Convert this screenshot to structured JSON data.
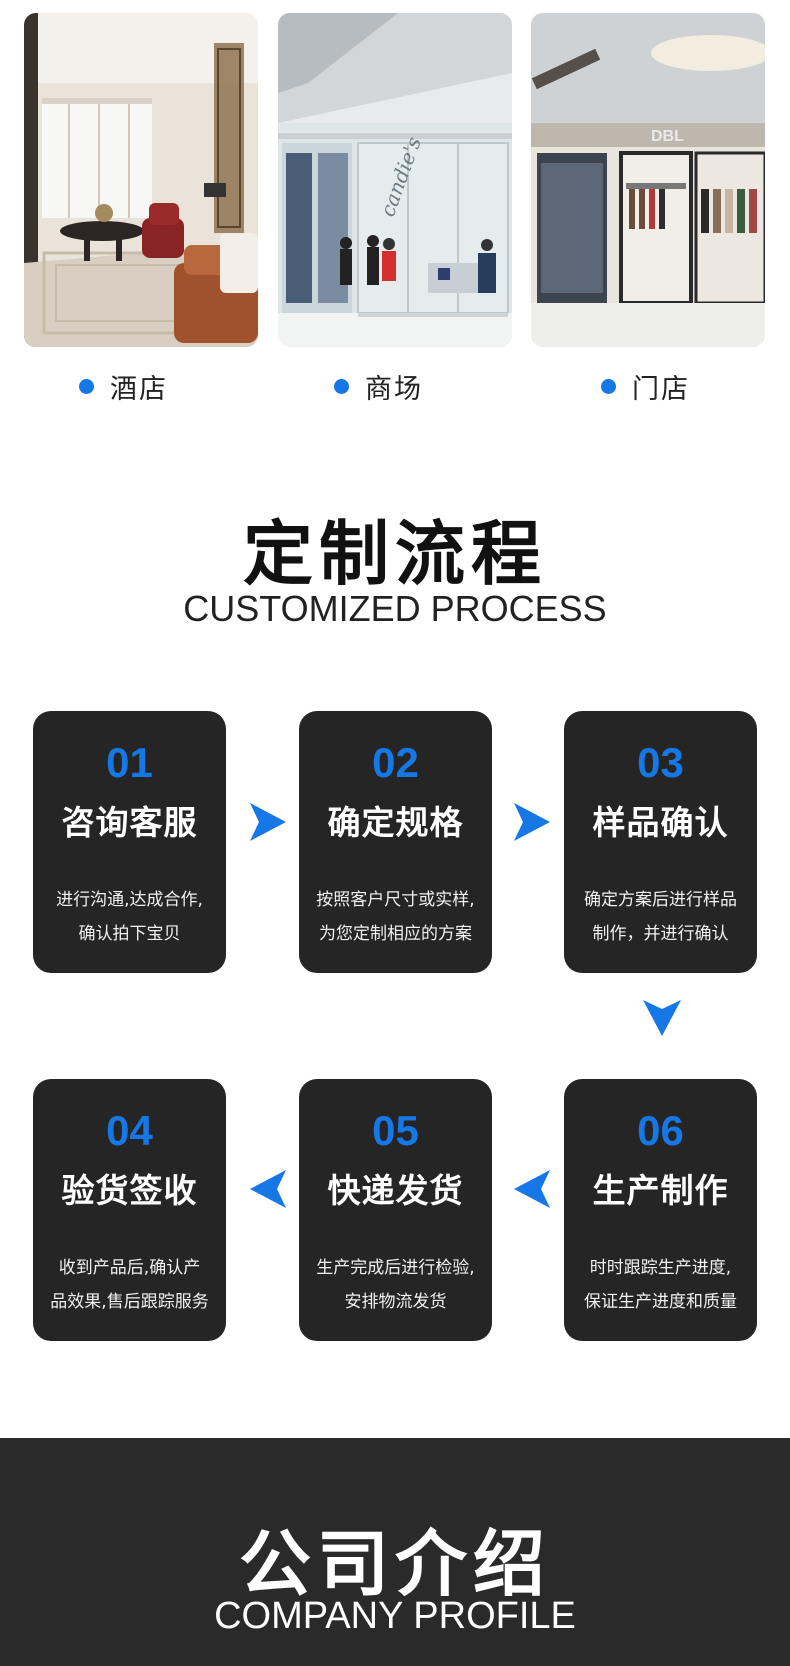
{
  "scenes": [
    {
      "label": "酒店",
      "photo": "hotel-interior"
    },
    {
      "label": "商场",
      "photo": "shopping-mall-storefront"
    },
    {
      "label": "门店",
      "photo": "retail-store-entrance"
    }
  ],
  "store_sign": "DBL",
  "mall_sign": "candie's",
  "process": {
    "title": "定制流程",
    "subtitle": "CUSTOMIZED PROCESS",
    "steps": [
      {
        "num": "01",
        "name": "咨询客服",
        "desc": [
          "进行沟通,达成合作,",
          "确认拍下宝贝"
        ]
      },
      {
        "num": "02",
        "name": "确定规格",
        "desc": [
          "按照客户尺寸或实样,",
          "为您定制相应的方案"
        ]
      },
      {
        "num": "03",
        "name": "样品确认",
        "desc": [
          "确定方案后进行样品",
          "制作，并进行确认"
        ]
      },
      {
        "num": "04",
        "name": "验货签收",
        "desc": [
          "收到产品后,确认产",
          "品效果,售后跟踪服务"
        ]
      },
      {
        "num": "05",
        "name": "快递发货",
        "desc": [
          "生产完成后进行检验,",
          "安排物流发货"
        ]
      },
      {
        "num": "06",
        "name": "生产制作",
        "desc": [
          "时时跟踪生产进度,",
          "保证生产进度和质量"
        ]
      }
    ]
  },
  "profile": {
    "title": "公司介绍",
    "subtitle": "COMPANY PROFILE"
  },
  "colors": {
    "accent": "#1677e6",
    "card_bg": "#252525",
    "band_bg": "#2a2a2a"
  },
  "icons": [
    "bullet-dot-icon",
    "arrow-right-icon",
    "arrow-down-icon",
    "arrow-left-icon"
  ]
}
